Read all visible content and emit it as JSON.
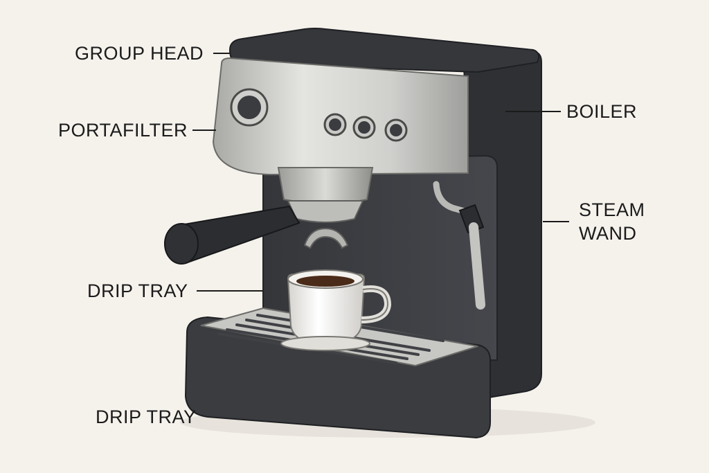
{
  "colors": {
    "background": "#f5f2ec",
    "machine_body": "#3a3c40",
    "machine_dark": "#2b2d31",
    "steel": "#c9c9c6",
    "leader_line": "#1b1b1b"
  },
  "labels": {
    "group_head": "GROUP HEAD",
    "portafilter": "PORTAFILTER",
    "drip_tray_upper": "DRIP TRAY",
    "drip_tray_lower": "DRIP TRAY",
    "boiler": "BOILER",
    "steam_wand_line1": "STEAM",
    "steam_wand_line2": "WAND"
  },
  "icons": {
    "machine": "espresso-machine-illustration",
    "cup": "espresso-cup-icon"
  }
}
